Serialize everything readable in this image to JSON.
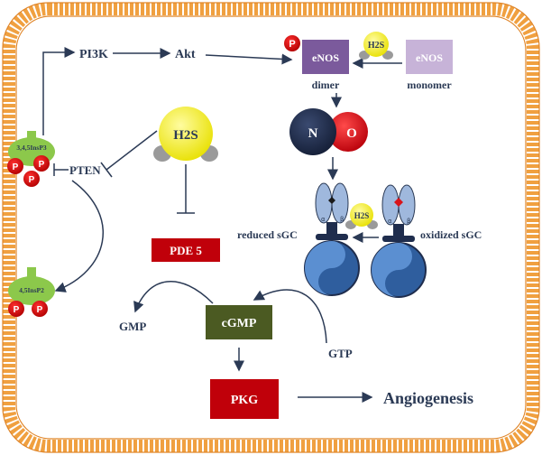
{
  "labels": {
    "pi3k": "PI3K",
    "akt": "Akt",
    "enos_dimer": "eNOS",
    "dimer": "dimer",
    "enos_monomer": "eNOS",
    "monomer": "monomer",
    "h2s_small_1": "H2S",
    "h2s_large": "H2S",
    "h2s_small_2": "H2S",
    "n": "N",
    "o": "O",
    "p": "P",
    "insp3": "3,4,5InsP3",
    "insp2": "4,5InsP2",
    "pten": "PTEN",
    "pde5": "PDE 5",
    "reduced_sgc": "reduced sGC",
    "oxidized_sgc": "oxidized sGC",
    "cgmp": "cGMP",
    "gmp": "GMP",
    "gtp": "GTP",
    "pkg": "PKG",
    "angiogenesis": "Angiogenesis",
    "alpha": "α",
    "beta": "β"
  },
  "colors": {
    "membrane": "#f0a040",
    "membrane_dark": "#e0862a",
    "text_navy": "#2b3a55",
    "enos_dimer_box": "#7b5a9c",
    "enos_monomer_box": "#c7b3d8",
    "phospho_red": "#cc0000",
    "h2s_yellow": "#f2ee1c",
    "nitrogen_navy": "#1f2d4d",
    "oxygen_red": "#d8141a",
    "lipid_green": "#8cc84b",
    "pde5_red": "#c0000a",
    "cgmp_olive": "#4b5a22",
    "pkg_red": "#c0000a",
    "sgc_blue": "#4a7fc4",
    "sgc_light": "#9fb8dd"
  },
  "icons": [
    "phosphate-icon",
    "h2s-molecule-icon",
    "nitric-oxide-icon",
    "sgc-enzyme-icon",
    "lipid-head-icon"
  ]
}
